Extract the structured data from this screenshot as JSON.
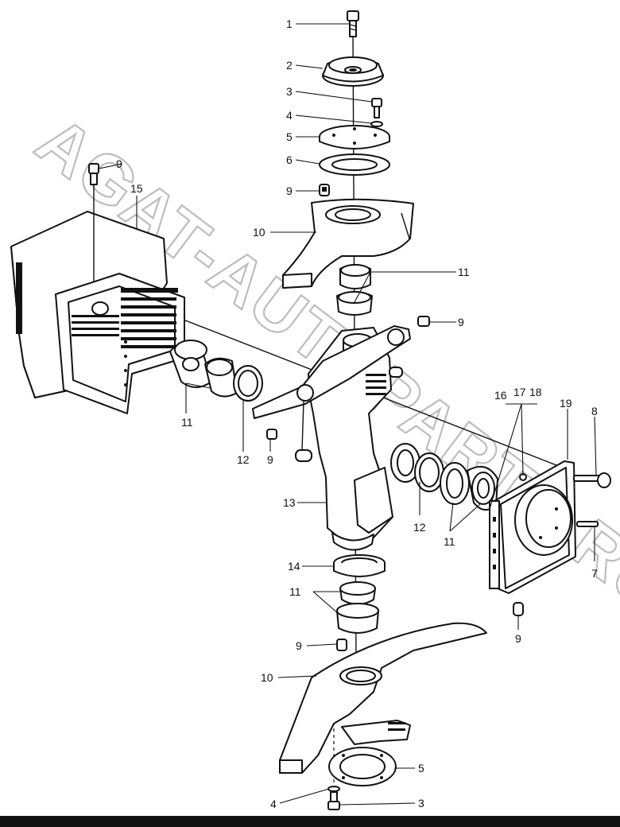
{
  "watermark": "AGAT-AUTOPARTS.RU",
  "colors": {
    "line": "#111111",
    "background": "#ffffff",
    "watermark": "#bdbdbd",
    "footer_bar": "#111111"
  },
  "callouts": [
    {
      "id": "c1",
      "text": "1"
    },
    {
      "id": "c2",
      "text": "2"
    },
    {
      "id": "c3",
      "text": "3"
    },
    {
      "id": "c4",
      "text": "4"
    },
    {
      "id": "c5",
      "text": "5"
    },
    {
      "id": "c6",
      "text": "6"
    },
    {
      "id": "c9a",
      "text": "9"
    },
    {
      "id": "c10a",
      "text": "10"
    },
    {
      "id": "c11a",
      "text": "11"
    },
    {
      "id": "c9b",
      "text": "9"
    },
    {
      "id": "c9c",
      "text": "9"
    },
    {
      "id": "c15",
      "text": "15"
    },
    {
      "id": "c11b",
      "text": "11"
    },
    {
      "id": "c12a",
      "text": "12"
    },
    {
      "id": "c9d",
      "text": "9"
    },
    {
      "id": "c16",
      "text": "16"
    },
    {
      "id": "c17",
      "text": "17"
    },
    {
      "id": "c18",
      "text": "18"
    },
    {
      "id": "c19",
      "text": "19"
    },
    {
      "id": "c8",
      "text": "8"
    },
    {
      "id": "c13",
      "text": "13"
    },
    {
      "id": "c12b",
      "text": "12"
    },
    {
      "id": "c11c",
      "text": "11"
    },
    {
      "id": "c7",
      "text": "7"
    },
    {
      "id": "c14",
      "text": "14"
    },
    {
      "id": "c11d",
      "text": "11"
    },
    {
      "id": "c9e",
      "text": "9"
    },
    {
      "id": "c9f",
      "text": "9"
    },
    {
      "id": "c10b",
      "text": "10"
    },
    {
      "id": "c5b",
      "text": "5"
    },
    {
      "id": "c4b",
      "text": "4"
    },
    {
      "id": "c3b",
      "text": "3"
    }
  ]
}
